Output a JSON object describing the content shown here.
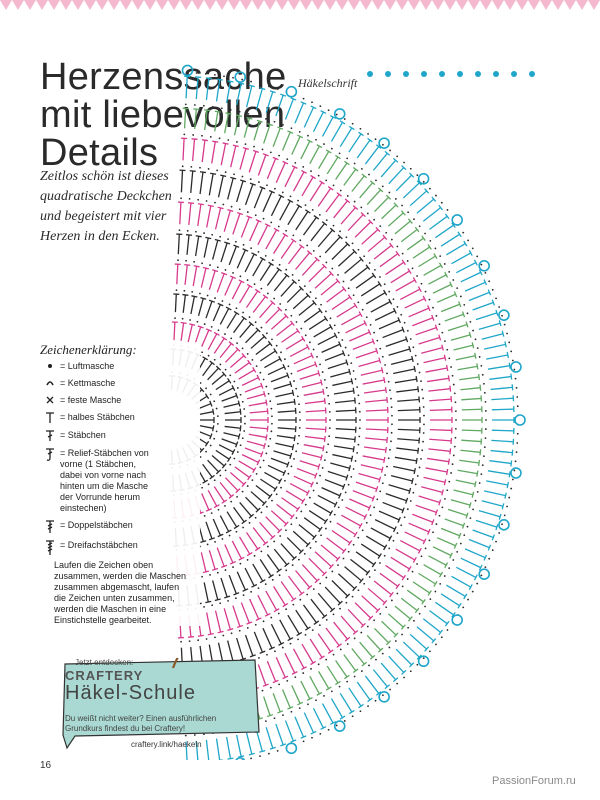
{
  "title_lines": [
    "Herzenssache",
    "mit liebevollen",
    "Details"
  ],
  "intro_lines": [
    "Zeitlos schön ist dieses",
    "quadratische Deckchen",
    "und begeistert mit vier",
    "Herzen in den Ecken."
  ],
  "chart_label": "Häkelschrift",
  "legend": {
    "title": "Zeichenerklärung:",
    "items": [
      {
        "symbol": "chain-stitch-icon",
        "lines": [
          "= Luftmasche"
        ]
      },
      {
        "symbol": "slip-stitch-icon",
        "lines": [
          "= Kettmasche"
        ]
      },
      {
        "symbol": "single-crochet-icon",
        "lines": [
          "= feste Masche"
        ]
      },
      {
        "symbol": "half-double-crochet-icon",
        "lines": [
          "= halbes Stäbchen"
        ]
      },
      {
        "symbol": "double-crochet-icon",
        "lines": [
          "= Stäbchen"
        ]
      },
      {
        "symbol": "front-post-double-crochet-icon",
        "lines": [
          "= Relief-Stäbchen von",
          "vorne (1 Stäbchen,",
          "dabei von vorne nach",
          "hinten um die Masche",
          "der Vorrunde herum",
          "einstechen)"
        ]
      },
      {
        "symbol": "treble-crochet-icon",
        "lines": [
          "= Doppelstäbchen"
        ]
      },
      {
        "symbol": "double-treble-crochet-icon",
        "lines": [
          "= Dreifachstäbchen"
        ]
      }
    ],
    "note_lines": [
      "Laufen die Zeichen oben",
      "zusammen, werden die Maschen",
      "zusammen abgemascht, laufen",
      "die Zeichen unten zusammen,",
      "werden die Maschen in eine",
      "Einstichstelle gearbeitet."
    ]
  },
  "promo": {
    "kicker": "Jetzt entdecken:",
    "brand": "CRAFTERY",
    "school": "Häkel-Schule",
    "desc_lines": [
      "Du weißt nicht weiter? Einen ausführlichen",
      "Grundkurs findest du bei Craftery!"
    ],
    "link": "craftery.link/haekeln"
  },
  "page_number": "16",
  "watermark": "PassionForum.ru",
  "colors": {
    "pink": "#d63a8c",
    "green": "#5fa860",
    "cyan": "#1fa6c9",
    "dark": "#2b2b2b",
    "border_pink": "#f4b9cf",
    "promo_bg": "#a9d9d2"
  }
}
